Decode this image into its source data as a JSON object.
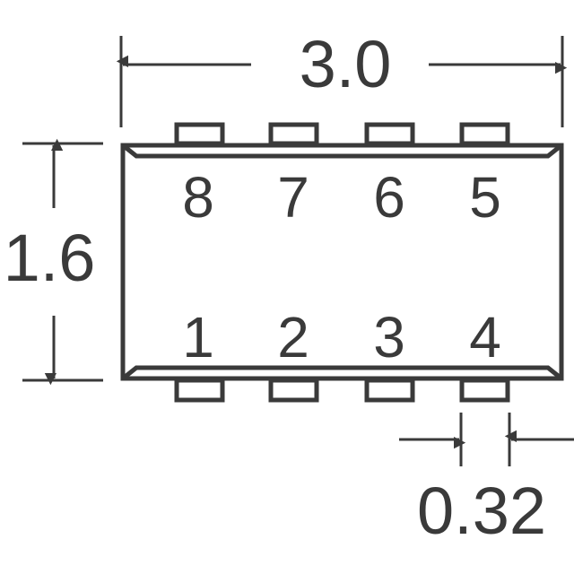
{
  "dimensions": {
    "width_label": "3.0",
    "height_label": "1.6",
    "pin_width_label": "0.32"
  },
  "pins": {
    "top": [
      "8",
      "7",
      "6",
      "5"
    ],
    "bottom": [
      "1",
      "2",
      "3",
      "4"
    ]
  },
  "colors": {
    "stroke": "#3a3a3a",
    "background": "#ffffff"
  }
}
